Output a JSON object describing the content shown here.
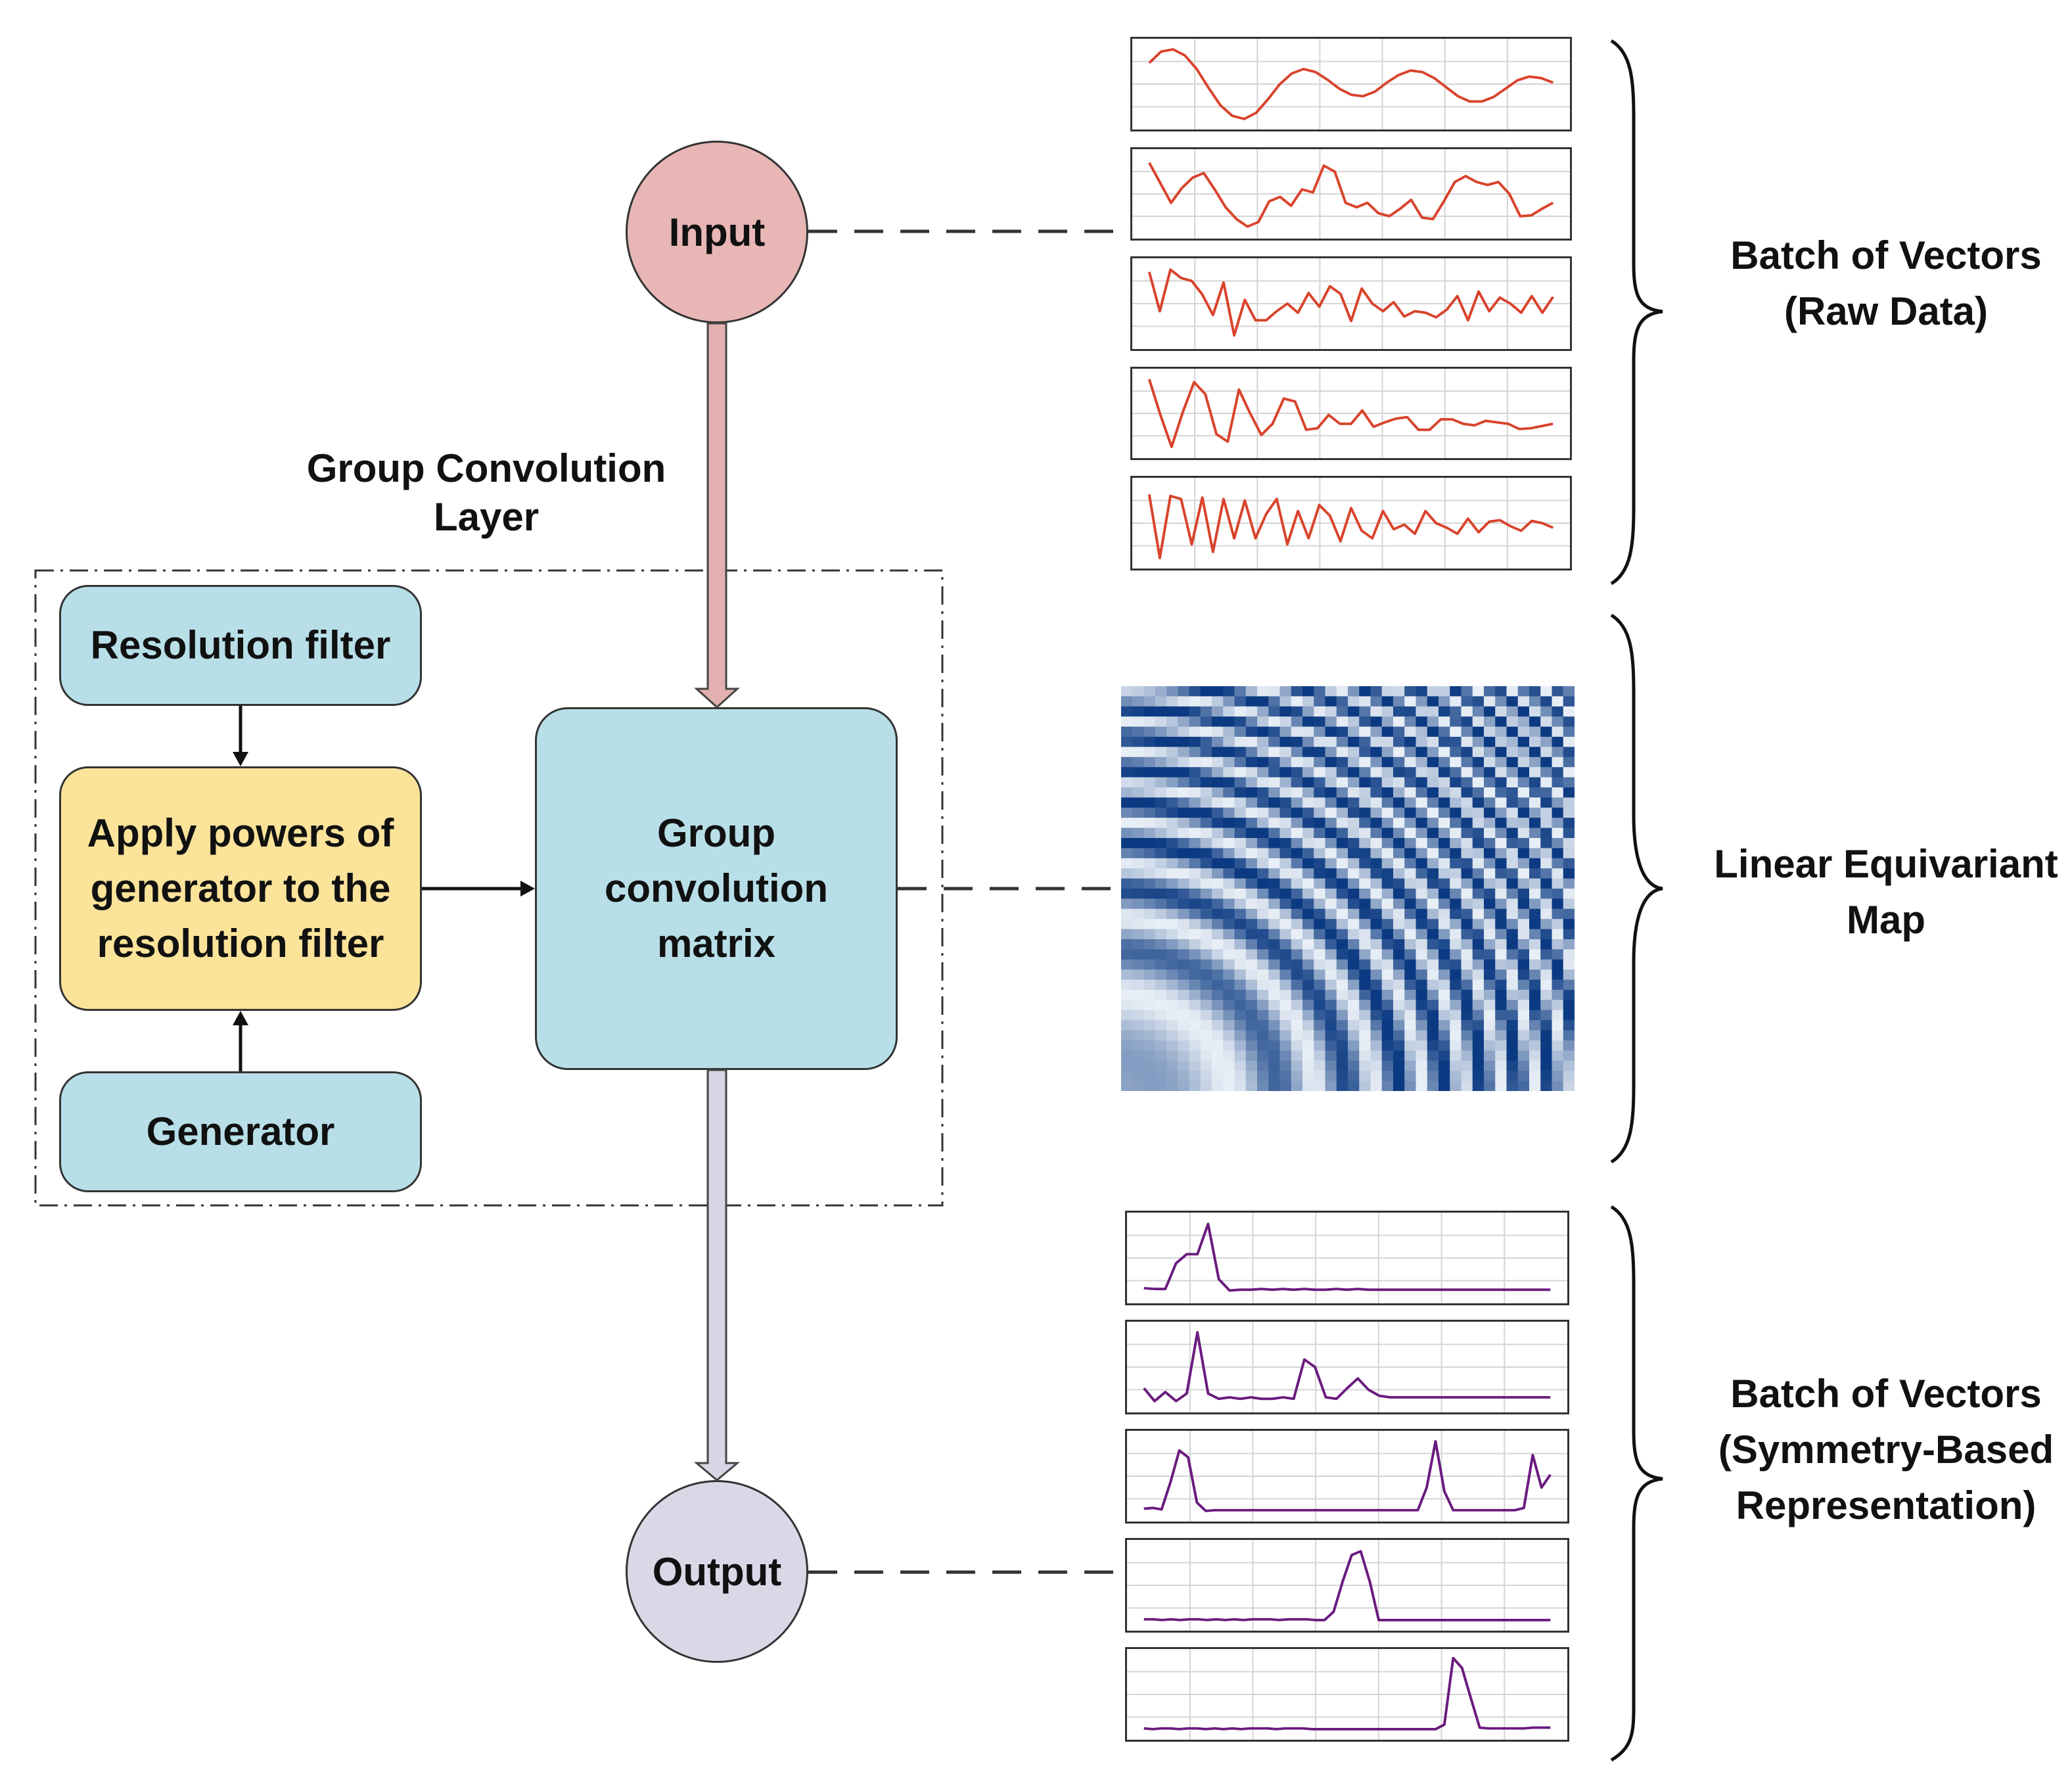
{
  "diagram": {
    "layer_title": "Group Convolution Layer",
    "nodes": {
      "input": "Input",
      "output": "Output",
      "resolution_filter": "Resolution filter",
      "apply_powers": "Apply powers of generator to the resolution filter",
      "generator": "Generator",
      "group_conv_matrix": "Group convolution matrix"
    },
    "side_labels": {
      "raw": "Batch of Vectors (Raw Data)",
      "map": "Linear Equivariant Map",
      "symmetry": "Batch of Vectors (Symmetry-Based Representation)"
    }
  },
  "colors": {
    "input_node": "#e8b7b5",
    "output_node": "#dcd7e7",
    "blue_box": "#b8dfe8",
    "yellow_box": "#fbe39a",
    "input_arrow": "#e2b1af",
    "output_arrow": "#dad5e5",
    "raw_series": "#d9432c",
    "symmetry_series": "#6a1b7f",
    "heatmap_dark": "#0b3a82",
    "heatmap_light": "#f4f8fc"
  },
  "raw_vectors": [
    [
      0.78,
      0.93,
      0.96,
      0.88,
      0.7,
      0.45,
      0.22,
      0.08,
      0.04,
      0.12,
      0.3,
      0.5,
      0.64,
      0.7,
      0.66,
      0.56,
      0.44,
      0.36,
      0.34,
      0.4,
      0.52,
      0.62,
      0.68,
      0.66,
      0.58,
      0.46,
      0.34,
      0.27,
      0.27,
      0.33,
      0.44,
      0.55,
      0.6,
      0.58,
      0.52
    ],
    [
      0.92,
      0.65,
      0.38,
      0.58,
      0.72,
      0.78,
      0.56,
      0.32,
      0.16,
      0.06,
      0.12,
      0.4,
      0.46,
      0.34,
      0.56,
      0.52,
      0.88,
      0.8,
      0.38,
      0.32,
      0.38,
      0.24,
      0.2,
      0.3,
      0.42,
      0.18,
      0.16,
      0.4,
      0.66,
      0.74,
      0.66,
      0.62,
      0.66,
      0.5,
      0.2,
      0.21,
      0.3,
      0.38
    ],
    [
      0.92,
      0.4,
      0.95,
      0.84,
      0.8,
      0.62,
      0.35,
      0.78,
      0.08,
      0.55,
      0.28,
      0.28,
      0.4,
      0.5,
      0.38,
      0.64,
      0.46,
      0.73,
      0.63,
      0.27,
      0.7,
      0.5,
      0.4,
      0.52,
      0.33,
      0.4,
      0.38,
      0.32,
      0.42,
      0.6,
      0.28,
      0.66,
      0.4,
      0.58,
      0.5,
      0.38,
      0.6,
      0.38,
      0.59
    ],
    [
      0.96,
      0.48,
      0.05,
      0.52,
      0.92,
      0.76,
      0.22,
      0.12,
      0.82,
      0.5,
      0.21,
      0.36,
      0.7,
      0.66,
      0.28,
      0.3,
      0.48,
      0.36,
      0.36,
      0.54,
      0.32,
      0.38,
      0.43,
      0.45,
      0.28,
      0.28,
      0.42,
      0.42,
      0.36,
      0.34,
      0.4,
      0.38,
      0.36,
      0.29,
      0.3,
      0.33,
      0.36
    ],
    [
      0.88,
      0.04,
      0.86,
      0.82,
      0.22,
      0.84,
      0.12,
      0.82,
      0.3,
      0.8,
      0.3,
      0.62,
      0.82,
      0.22,
      0.66,
      0.3,
      0.74,
      0.6,
      0.26,
      0.7,
      0.4,
      0.3,
      0.66,
      0.42,
      0.48,
      0.36,
      0.66,
      0.5,
      0.44,
      0.36,
      0.56,
      0.38,
      0.52,
      0.54,
      0.46,
      0.4,
      0.53,
      0.5,
      0.44
    ]
  ],
  "symmetry_vectors": [
    [
      0.1,
      0.09,
      0.09,
      0.43,
      0.55,
      0.55,
      0.95,
      0.22,
      0.07,
      0.08,
      0.08,
      0.09,
      0.08,
      0.09,
      0.08,
      0.09,
      0.08,
      0.08,
      0.09,
      0.08,
      0.09,
      0.08,
      0.08,
      0.08,
      0.08,
      0.08,
      0.08,
      0.08,
      0.08,
      0.08,
      0.08,
      0.08,
      0.08,
      0.08,
      0.08,
      0.08,
      0.08,
      0.08,
      0.08
    ],
    [
      0.22,
      0.05,
      0.17,
      0.05,
      0.15,
      0.96,
      0.15,
      0.08,
      0.1,
      0.08,
      0.1,
      0.08,
      0.08,
      0.1,
      0.08,
      0.6,
      0.5,
      0.1,
      0.08,
      0.22,
      0.35,
      0.2,
      0.12,
      0.1,
      0.1,
      0.1,
      0.1,
      0.1,
      0.1,
      0.1,
      0.1,
      0.1,
      0.1,
      0.1,
      0.1,
      0.1,
      0.1,
      0.1,
      0.1
    ],
    [
      0.07,
      0.08,
      0.06,
      0.42,
      0.84,
      0.75,
      0.15,
      0.04,
      0.05,
      0.05,
      0.05,
      0.05,
      0.05,
      0.05,
      0.05,
      0.05,
      0.05,
      0.05,
      0.05,
      0.05,
      0.05,
      0.05,
      0.05,
      0.05,
      0.05,
      0.05,
      0.05,
      0.05,
      0.05,
      0.05,
      0.05,
      0.05,
      0.35,
      0.96,
      0.3,
      0.05,
      0.05,
      0.05,
      0.05,
      0.05,
      0.05,
      0.05,
      0.05,
      0.08,
      0.78,
      0.35,
      0.52
    ],
    [
      0.05,
      0.05,
      0.04,
      0.05,
      0.04,
      0.05,
      0.05,
      0.04,
      0.05,
      0.04,
      0.05,
      0.04,
      0.05,
      0.05,
      0.05,
      0.04,
      0.05,
      0.05,
      0.05,
      0.04,
      0.04,
      0.15,
      0.55,
      0.9,
      0.95,
      0.55,
      0.04,
      0.04,
      0.04,
      0.04,
      0.04,
      0.04,
      0.04,
      0.04,
      0.04,
      0.04,
      0.04,
      0.04,
      0.04,
      0.04,
      0.04,
      0.04,
      0.04,
      0.04,
      0.04,
      0.04
    ],
    [
      0.05,
      0.04,
      0.05,
      0.05,
      0.04,
      0.05,
      0.05,
      0.04,
      0.05,
      0.04,
      0.05,
      0.04,
      0.05,
      0.05,
      0.05,
      0.04,
      0.05,
      0.05,
      0.05,
      0.04,
      0.04,
      0.04,
      0.04,
      0.04,
      0.04,
      0.04,
      0.04,
      0.04,
      0.04,
      0.04,
      0.04,
      0.04,
      0.04,
      0.04,
      0.1,
      0.98,
      0.85,
      0.45,
      0.06,
      0.05,
      0.05,
      0.05,
      0.05,
      0.05,
      0.06,
      0.06,
      0.06
    ]
  ],
  "heatmap": {
    "size": 40
  }
}
